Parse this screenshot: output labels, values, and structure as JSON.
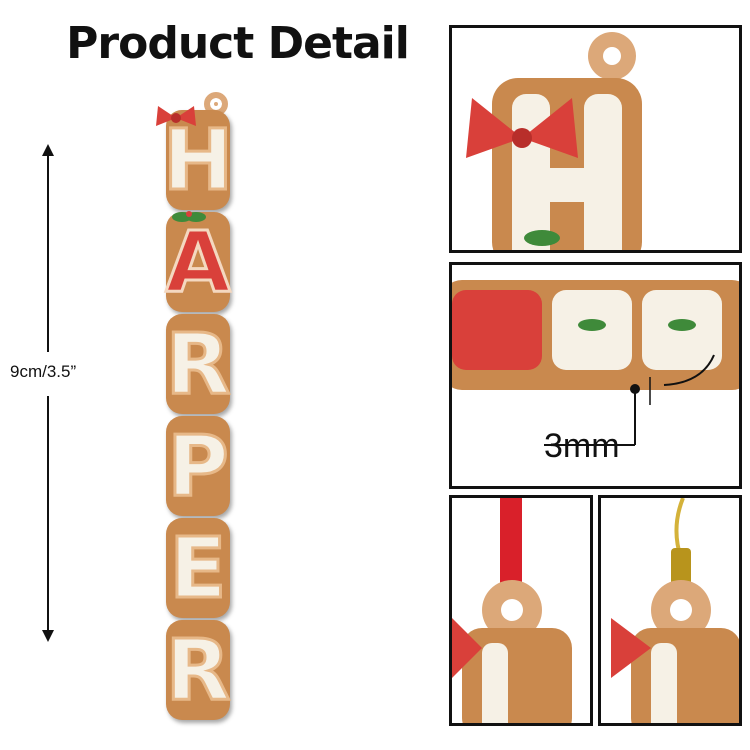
{
  "title": "Product Detail",
  "dimension_label": "9cm/3.5”",
  "ornament_letters": [
    "H",
    "A",
    "R",
    "P",
    "E",
    "R"
  ],
  "thickness_label": "3mm",
  "colors": {
    "gingerbread": "#c9894e",
    "icing": "#f6f1e6",
    "red": "#d9403a",
    "holly": "#3f8a3a"
  }
}
